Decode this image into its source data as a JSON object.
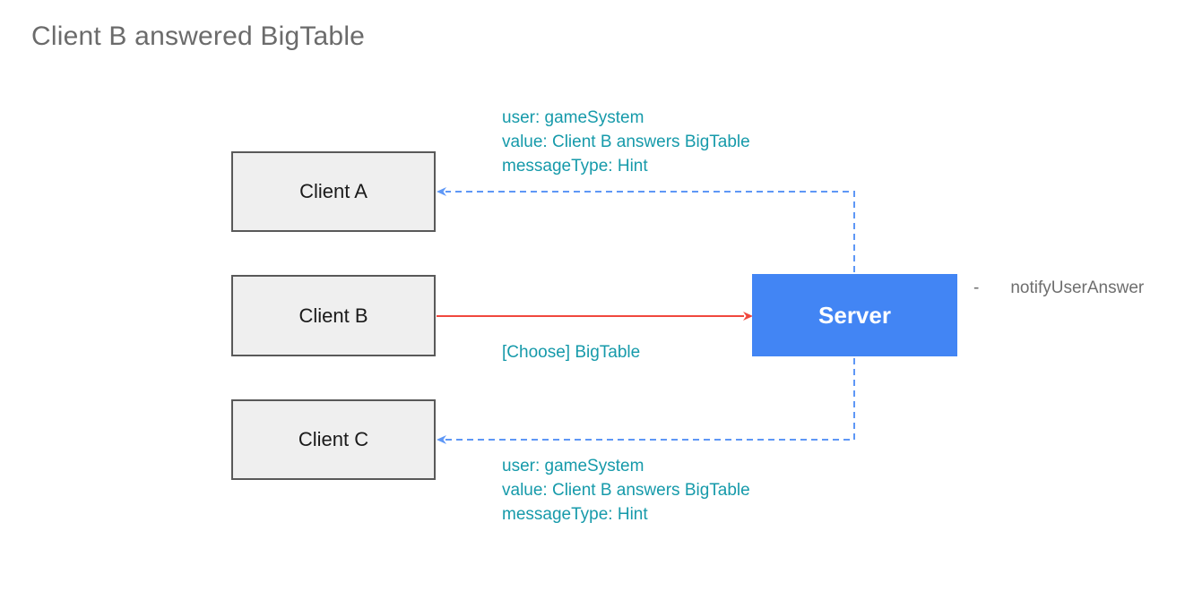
{
  "title": "Client B answered BigTable",
  "colors": {
    "title_gray": "#6b6b6b",
    "node_fill": "#efefef",
    "node_border": "#595959",
    "server_fill": "#4285f4",
    "server_text": "#ffffff",
    "message_teal": "#169aaa",
    "request_red": "#f0483e",
    "hint_blue": "#5e97f6",
    "note_gray": "#6e6e6e"
  },
  "nodes": [
    {
      "id": "client-a",
      "label": "Client A"
    },
    {
      "id": "client-b",
      "label": "Client B"
    },
    {
      "id": "client-c",
      "label": "Client C"
    },
    {
      "id": "server",
      "label": "Server"
    }
  ],
  "edges": [
    {
      "from": "Client B",
      "to": "Server",
      "style": "solid",
      "color": "#f0483e",
      "label": "[Choose] BigTable"
    },
    {
      "from": "Server",
      "to": "Client A",
      "style": "dashed",
      "color": "#5e97f6",
      "label_lines": [
        "user: gameSystem",
        "value: Client B answers BigTable",
        "messageType: Hint"
      ]
    },
    {
      "from": "Server",
      "to": "Client C",
      "style": "dashed",
      "color": "#5e97f6",
      "label_lines": [
        "user: gameSystem",
        "value: Client B answers BigTable",
        "messageType: Hint"
      ]
    }
  ],
  "note": {
    "bullet": "-",
    "text": "notifyUserAnswer"
  }
}
